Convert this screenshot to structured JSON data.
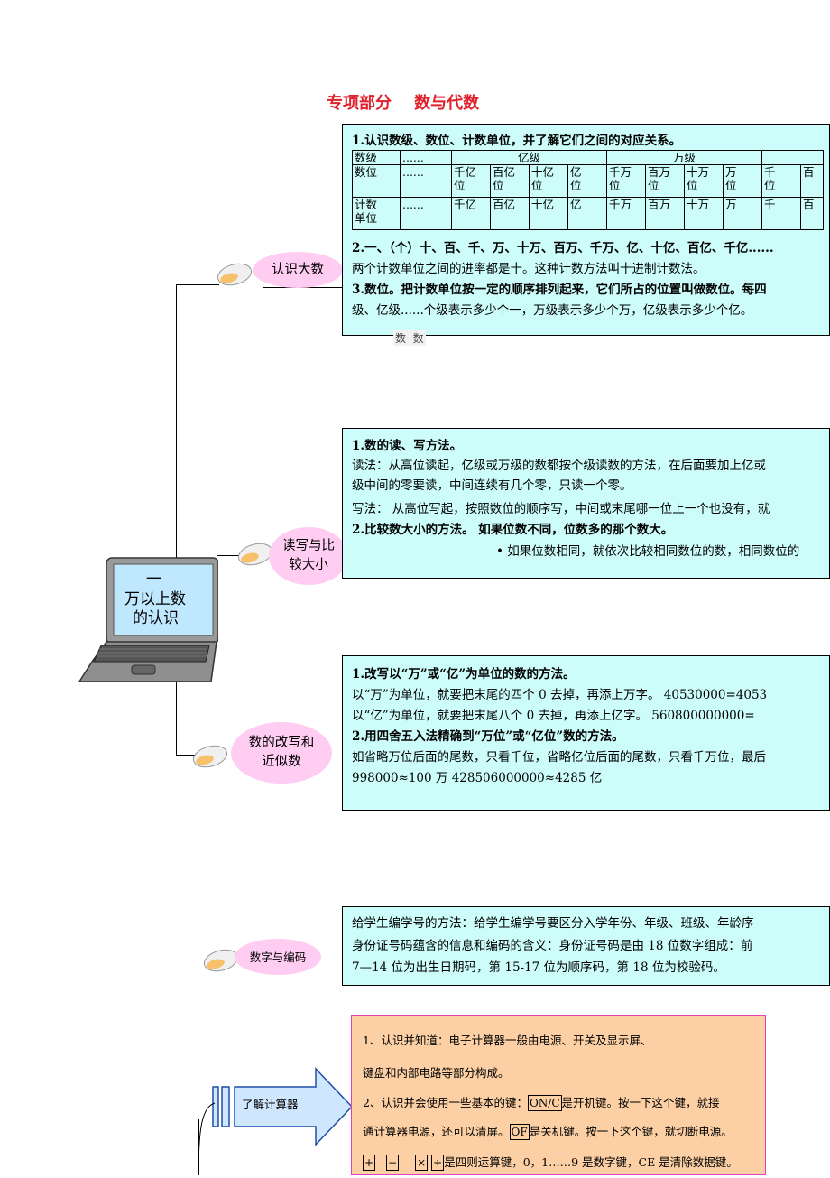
{
  "title": "专项部分    数与代数",
  "laptop": {
    "num": "一",
    "line1": "万以上数",
    "line2": "的认识"
  },
  "sections": {
    "s1": {
      "label": "认识大数",
      "h1": "1.认识数级、数位、计数单位，并了解它们之间的对应关系。",
      "table": {
        "row1": [
          "数级",
          "......",
          "亿级",
          "万级",
          ""
        ],
        "row2_label": "数位",
        "row2": [
          "......",
          "千亿\n位",
          "百亿\n位",
          "十亿\n位",
          "亿\n位",
          "千万\n位",
          "百万\n位",
          "十万\n位",
          "万\n位",
          "千\n位",
          "百"
        ],
        "row3_label": "计数\n单位",
        "row3": [
          "......",
          "千亿",
          "百亿",
          "十亿",
          "亿",
          "千万",
          "百万",
          "十万",
          "万",
          "千",
          "百"
        ]
      },
      "p2": "2.一、（个）十、百、千、万、十万、百万、千万、亿、十亿、百亿、千亿......",
      "p3": "两个计数单位之间的进率都是十。这种计数方法叫十进制计数法。",
      "p4": "3.数位。把计数单位按一定的顺序排列起来，它们所占的位置叫做数位。每四",
      "p5": "级、亿级......个级表示多少个一，万级表示多少个万，亿级表示多少个亿。",
      "stray": "数  数"
    },
    "s2": {
      "label1": "读写与比",
      "label2": "较大小",
      "p1": "1.数的读、写方法。",
      "p2": " 读法：从高位读起，亿级或万级的数都按个级读数的方法，在后面要加上亿或",
      "p3": "级中间的零要读，中间连续有几个零，只读一个零。",
      "p4": " 写法：  从高位写起，按照数位的顺序写，中间或末尾哪一位上一个也没有，就",
      "p5": "2.比较数大小的方法。  如果位数不同，位数多的那个数大。",
      "p6": "• 如果位数相同，就依次比较相同数位的数，相同数位的"
    },
    "s3": {
      "label1": "数的改写和",
      "label2": "近似数",
      "p1": "1.改写以“万”或“亿”为单位的数的方法。",
      "p2": " 以“万”为单位，就要把末尾的四个 0 去掉，再添上万字。   40530000=4053",
      "p3": "  以“亿”为单位，就要把末尾八个 0 去掉，再添上亿字。     560800000000=",
      "p4": "2.用四舍五入法精确到“万位”或“亿位”数的方法。",
      "p5": "  如省略万位后面的尾数，只看千位，省略亿位后面的尾数，只看千万位，最后",
      "p6": "  998000≈100 万                        428506000000≈4285 亿"
    },
    "s4": {
      "label": "数字与编码",
      "p1": "给学生编学号的方法：给学生编学号要区分入学年份、年级、班级、年龄序",
      "p2": "身份证号码蕴含的信息和编码的含义：身份证号码是由 18 位数字组成：前",
      "p3": "7—14 位为出生日期码，第 15-17 位为顺序码，第 18 位为校验码。"
    },
    "s5": {
      "label": "了解计算器",
      "p1": "1、认识并知道：电子计算器一般由电源、开关及显示屏、",
      "p2": "    键盘和内部电路等部分构成。",
      "p3a": "2、认识并会使用一些基本的键：",
      "k_on": "ON/C",
      "p3b": "是开机键。按一下这个键，就接",
      "p4a": "通计算器电源，还可以清屏。",
      "k_of": "OF",
      "p4b": "是关机键。按一下这个键，就切断电源。",
      "k_plus": "+",
      "k_minus": "−",
      "k_times": "×",
      "k_div": "÷",
      "p5b": "是四则运算键，0，1……9 是数字键，CE 是清除数据键。"
    }
  },
  "colors": {
    "title": "#e0202a",
    "box": "#ccfdfb",
    "pill": "#ffccf2",
    "calc_bg": "#fcd0a4",
    "calc_border": "#e040c0",
    "arrow": "#cfe6ff"
  }
}
